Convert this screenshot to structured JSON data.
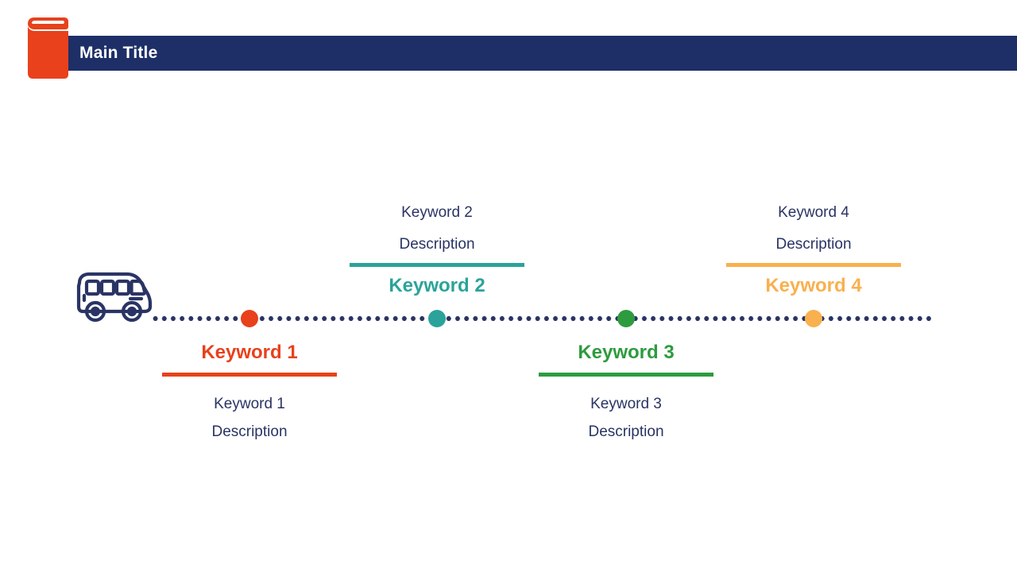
{
  "header": {
    "title": "Main Title",
    "bar_color": "#1e2f68",
    "book_icon_color": "#e8411c",
    "icon": "book-icon"
  },
  "timeline": {
    "dot_color": "#2a3464",
    "start_icon": "bus-icon",
    "start_icon_color": "#2a3464"
  },
  "milestones": [
    {
      "title": "Keyword 1",
      "description_line1": "Keyword 1",
      "description_line2": "Description",
      "color": "#e8411c",
      "position": "below"
    },
    {
      "title": "Keyword 2",
      "description_line1": "Keyword 2",
      "description_line2": "Description",
      "color": "#2ba39a",
      "position": "above"
    },
    {
      "title": "Keyword 3",
      "description_line1": "Keyword 3",
      "description_line2": "Description",
      "color": "#2e9b3f",
      "position": "below"
    },
    {
      "title": "Keyword 4",
      "description_line1": "Keyword 4",
      "description_line2": "Description",
      "color": "#f9b04e",
      "position": "above"
    }
  ]
}
